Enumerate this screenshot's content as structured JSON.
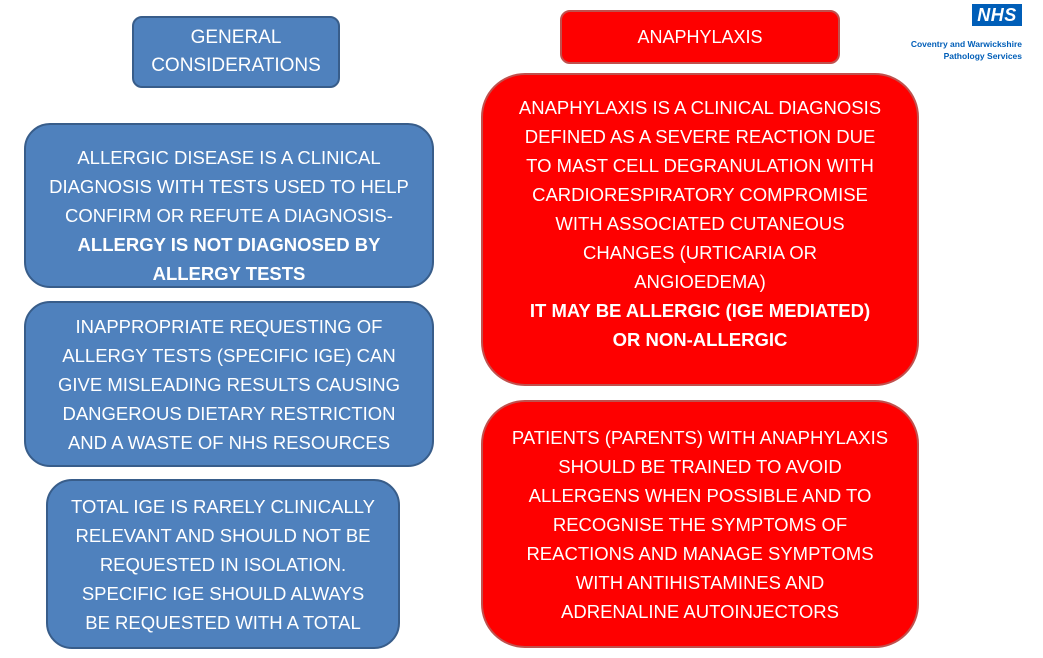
{
  "logo": {
    "text": "NHS",
    "org_line1": "Coventry and Warwickshire",
    "org_line2": "Pathology Services"
  },
  "general": {
    "title_lines": [
      "GENERAL",
      "CONSIDERATIONS"
    ],
    "box1": {
      "lines": [
        "ALLERGIC DISEASE IS A CLINICAL",
        "DIAGNOSIS WITH TESTS USED TO HELP",
        "CONFIRM OR REFUTE A DIAGNOSIS-"
      ],
      "bold_lines": [
        "ALLERGY IS NOT DIAGNOSED BY",
        "ALLERGY TESTS"
      ]
    },
    "box2": {
      "lines": [
        "INAPPROPRIATE REQUESTING OF",
        "ALLERGY TESTS (SPECIFIC IGE) CAN",
        "GIVE MISLEADING RESULTS CAUSING",
        "DANGEROUS DIETARY RESTRICTION",
        "AND A WASTE OF NHS RESOURCES"
      ]
    },
    "box3": {
      "lines": [
        "TOTAL IGE IS RARELY CLINICALLY",
        "RELEVANT AND SHOULD NOT BE",
        "REQUESTED IN ISOLATION.",
        "SPECIFIC IGE SHOULD ALWAYS",
        "BE REQUESTED WITH A TOTAL"
      ]
    }
  },
  "anaphylaxis": {
    "title": "ANAPHYLAXIS",
    "box1": {
      "lines": [
        "ANAPHYLAXIS IS A CLINICAL DIAGNOSIS",
        "DEFINED AS A SEVERE REACTION DUE",
        "TO MAST CELL DEGRANULATION WITH",
        "CARDIORESPIRATORY COMPROMISE",
        "WITH ASSOCIATED CUTANEOUS",
        "CHANGES (URTICARIA OR",
        "ANGIOEDEMA)"
      ],
      "bold_lines": [
        "IT MAY BE ALLERGIC (IGE MEDIATED)",
        "OR NON-ALLERGIC"
      ]
    },
    "box2": {
      "lines": [
        "PATIENTS (PARENTS) WITH ANAPHYLAXIS",
        "SHOULD BE TRAINED TO AVOID",
        "ALLERGENS WHEN POSSIBLE AND TO",
        "RECOGNISE THE SYMPTOMS OF",
        "REACTIONS AND MANAGE SYMPTOMS",
        "WITH ANTIHISTAMINES AND",
        "ADRENALINE AUTOINJECTORS"
      ]
    }
  },
  "colors": {
    "blue_box": "#4f81bd",
    "red_box": "#fe0000",
    "nhs_blue": "#005eb8"
  }
}
